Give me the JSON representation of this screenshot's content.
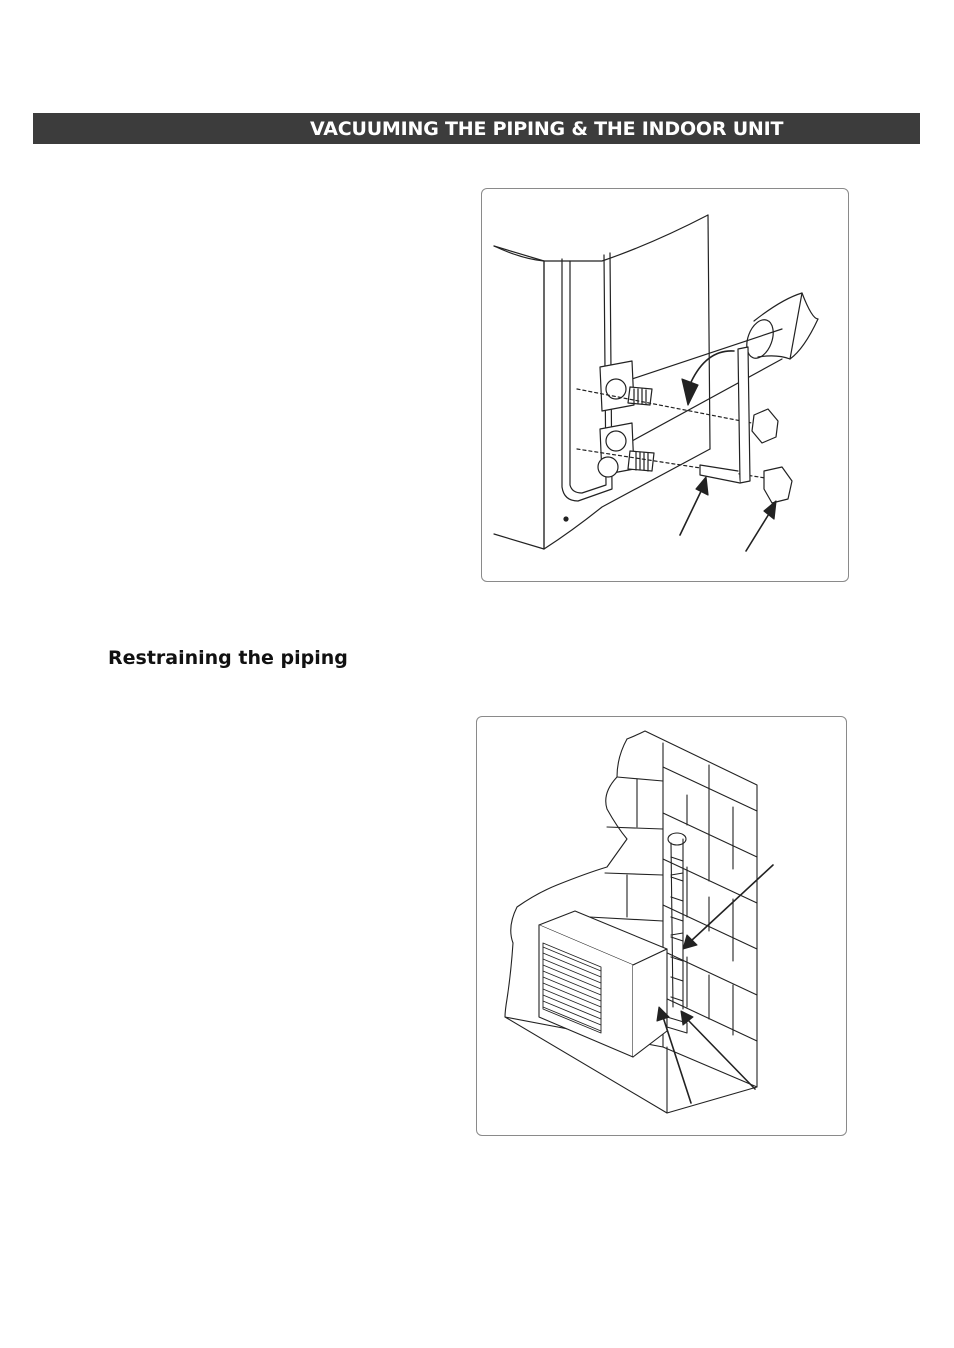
{
  "header": {
    "title": "VACUUMING THE PIPING & THE INDOOR UNIT"
  },
  "sections": {
    "restraining": {
      "heading": "Restraining the piping"
    }
  },
  "figures": {
    "valves": {
      "icon": "service-valve-illustration"
    },
    "wall": {
      "icon": "outdoor-unit-wall-illustration"
    }
  }
}
